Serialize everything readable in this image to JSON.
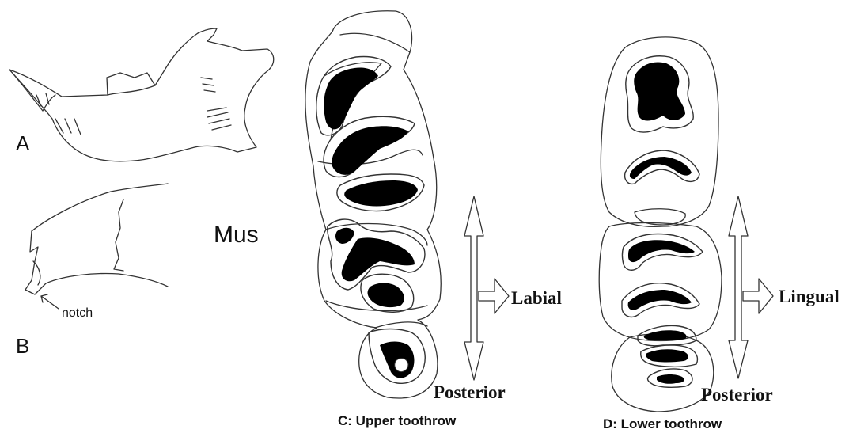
{
  "panels": {
    "a": {
      "letter": "A"
    },
    "b": {
      "letter": "B",
      "notch_label": "notch"
    },
    "genus": "Mus",
    "c": {
      "caption": "C: Upper toothrow",
      "side_label": "Labial",
      "axis_label": "Posterior"
    },
    "d": {
      "caption": "D: Lower toothrow",
      "side_label": "Lingual",
      "axis_label": "Posterior"
    }
  },
  "colors": {
    "line": "#333333",
    "fill": "#000000",
    "background": "#ffffff"
  }
}
